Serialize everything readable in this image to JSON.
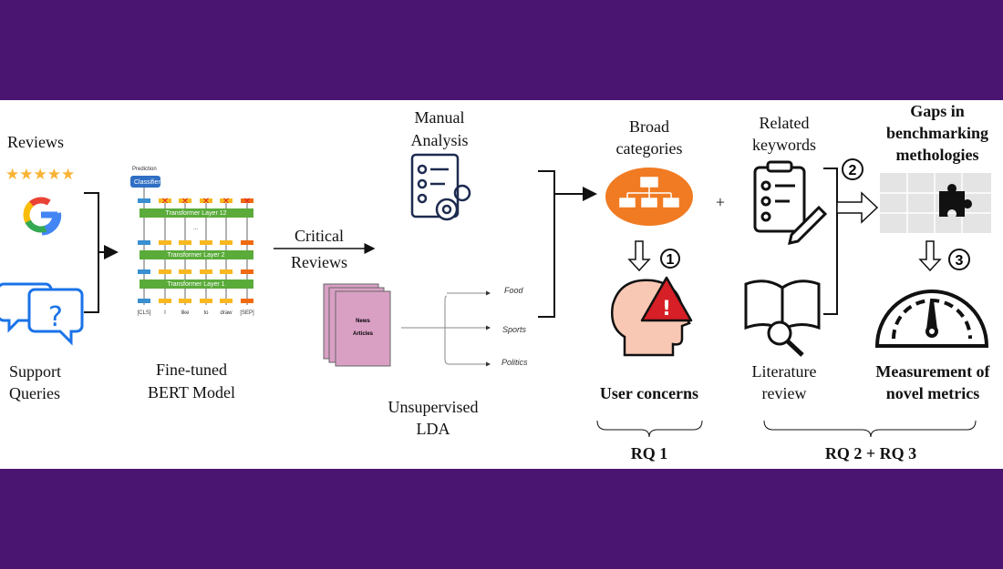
{
  "colors": {
    "background": "#4a1570",
    "panel": "#ffffff",
    "category_ellipse": "#f07b22",
    "stars": "#f9b233",
    "bert_layer": "#5aab3a",
    "articles": "#d9a0c4"
  },
  "inputs": {
    "reviews": "Reviews",
    "support_queries_line1": "Support",
    "support_queries_line2": "Queries",
    "icons": [
      "star-rating-icon",
      "google-logo-icon",
      "chat-question-icon"
    ]
  },
  "bert": {
    "label_line1": "Fine-tuned",
    "label_line2": "BERT Model",
    "prediction": "Prediction",
    "classifier": "Classifier",
    "layers": [
      "Transformer Layer 12",
      "Transformer Layer 2",
      "Transformer Layer 1"
    ],
    "ellipsis": "...",
    "tokens": [
      "[CLS]",
      "I",
      "like",
      "to",
      "draw",
      "[SEP]"
    ]
  },
  "critical": {
    "line1": "Critical",
    "line2": "Reviews"
  },
  "manual": {
    "line1": "Manual",
    "line2": "Analysis"
  },
  "lda": {
    "line1": "Unsupervised",
    "line2": "LDA",
    "doc_line1": "News",
    "doc_line2": "Articles",
    "topics": [
      "Food",
      "Sports",
      "Politics"
    ]
  },
  "broad": {
    "line1": "Broad",
    "line2": "categories"
  },
  "user_concerns": "User concerns",
  "rq1": "RQ 1",
  "plus": "+",
  "keywords": {
    "line1": "Related",
    "line2": "keywords"
  },
  "literature": {
    "line1": "Literature",
    "line2": "review"
  },
  "gaps": {
    "line1": "Gaps in",
    "line2": "benchmarking",
    "line3": "methologies"
  },
  "metrics": {
    "line1": "Measurement of",
    "line2": "novel metrics"
  },
  "rq23": "RQ 2 + RQ 3",
  "steps": [
    "1",
    "2",
    "3"
  ]
}
